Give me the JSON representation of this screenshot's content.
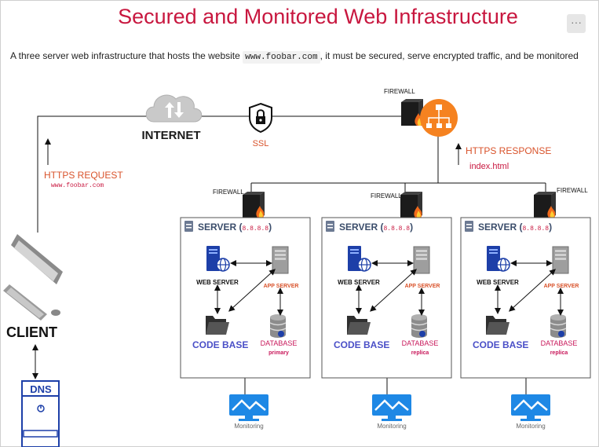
{
  "page": {
    "title": "Secured and Monitored Web Infrastructure",
    "more_button": "···",
    "description_before": "A three server web infrastructure that hosts the website ",
    "description_code": "www.foobar.com",
    "description_after": ", it must be secured, serve encrypted traffic, and be monitored"
  },
  "diagram": {
    "internet_label": "INTERNET",
    "ssl_label": "SSL",
    "firewall_label": "FIREWALL",
    "https_request": "HTTPS REQUEST",
    "https_request_url": "www.foobar.com",
    "https_response": "HTTPS RESPONSE",
    "https_response_file": "index.html",
    "client_label": "CLIENT",
    "dns_label": "DNS",
    "servers": [
      {
        "title": "SERVER (",
        "ip": "8.8.8.8",
        "close": ")",
        "web": "WEB SERVER",
        "app": "APP SERVER",
        "code": "CODE BASE",
        "db": "DATABASE",
        "db_role": "primary",
        "monitoring": "Monitoring"
      },
      {
        "title": "SERVER (",
        "ip": "8.8.8.8",
        "close": ")",
        "web": "WEB SERVER",
        "app": "APP SERVER",
        "code": "CODE BASE",
        "db": "DATABASE",
        "db_role": "replica",
        "monitoring": "Monitoring"
      },
      {
        "title": "SERVER (",
        "ip": "8.8.8.8",
        "close": ")",
        "web": "WEB SERVER",
        "app": "APP SERVER",
        "code": "CODE BASE",
        "db": "DATABASE",
        "db_role": "replica",
        "monitoring": "Monitoring"
      }
    ]
  },
  "colors": {
    "title": "#c8173f",
    "accent_orange": "#d9532b",
    "server_title": "#3b4d6b",
    "code_base": "#4a4fc7",
    "database": "#c8175a",
    "monitor_blue": "#1e88e5",
    "web_server_blue": "#1d3fa8"
  }
}
